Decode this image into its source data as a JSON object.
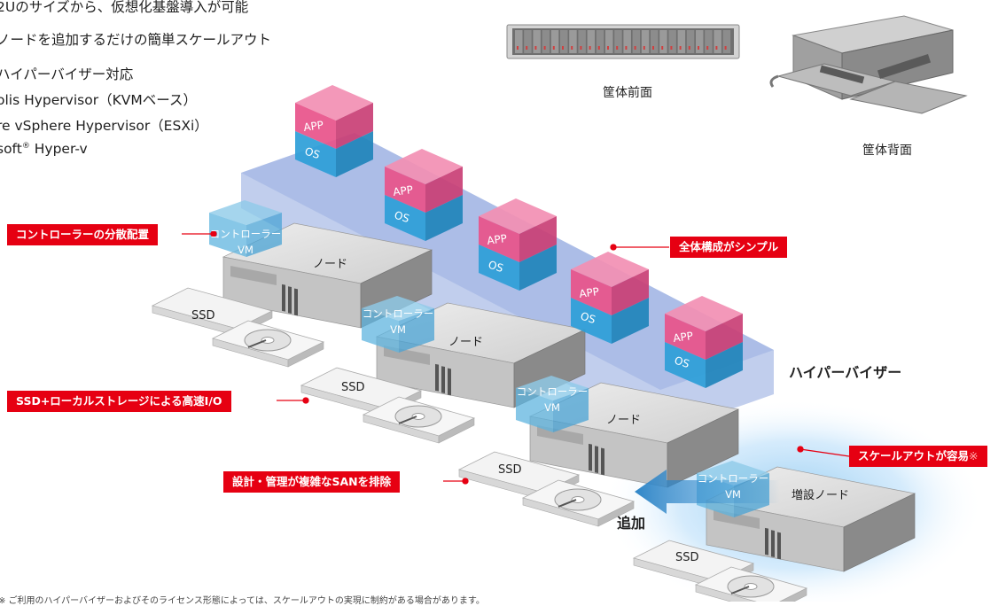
{
  "features": {
    "line1": "2Uのサイズから、仮想化基盤導入が可能",
    "line2": "ノードを追加するだけの簡単スケールアウト",
    "line3": "ハイパーバイザー対応",
    "line4": "olis Hypervisor（KVMベース）",
    "line5": "re vSphere Hypervisor（ESXi）",
    "line6_prefix": "soft",
    "line6_reg": "®",
    "line6_suffix": " Hyper-v"
  },
  "hardware": {
    "front_label": "筐体前面",
    "back_label": "筐体背面"
  },
  "callouts": {
    "distributed_controller": "コントローラーの分散配置",
    "ssd_local_storage": "SSD+ローカルストレージによる高速I/O",
    "eliminate_san": "設計・管理が複雑なSANを排除",
    "simple_config": "全体構成がシンプル",
    "scale_out": "スケールアウトが容易",
    "scale_out_mark": "※"
  },
  "diagram": {
    "hypervisor_label": "ハイパーバイザー",
    "add_label": "追加",
    "app_label": "APP",
    "os_label": "OS",
    "ctrl_line1": "コントローラー",
    "ctrl_line2": "VM",
    "node_label": "ノード",
    "new_node_label": "増設ノード",
    "ssd_label": "SSD"
  },
  "footnote": "※ ご利用のハイパーバイザーおよびそのライセンス形態によっては、スケールアウトの実現に制約がある場合があります。",
  "colors": {
    "accent_red": "#e60012",
    "app_pink": "#e8528a",
    "os_blue": "#2d9ed8",
    "hypervisor_blue": "#5b7fd0"
  }
}
